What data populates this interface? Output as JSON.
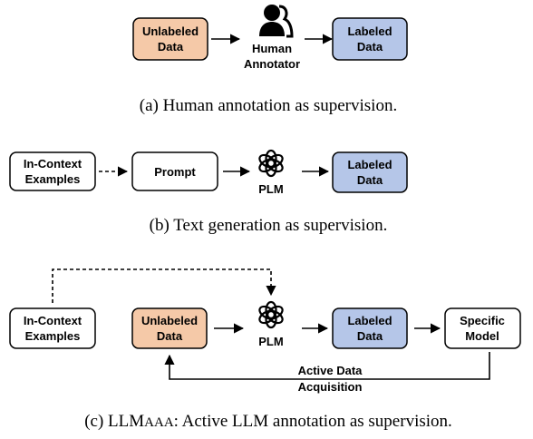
{
  "colors": {
    "unlabeled_fill": "#f5c9a8",
    "labeled_fill": "#b5c6e8",
    "white_fill": "#ffffff",
    "stroke": "#000000"
  },
  "a": {
    "unlabeled": [
      "Unlabeled",
      "Data"
    ],
    "annotator": [
      "Human",
      "Annotator"
    ],
    "labeled": [
      "Labeled",
      "Data"
    ],
    "caption": "(a)  Human annotation as supervision."
  },
  "b": {
    "examples": [
      "In-Context",
      "Examples"
    ],
    "prompt": "Prompt",
    "plm": "PLM",
    "labeled": [
      "Labeled",
      "Data"
    ],
    "caption": "(b)  Text generation as supervision."
  },
  "c": {
    "examples": [
      "In-Context",
      "Examples"
    ],
    "unlabeled": [
      "Unlabeled",
      "Data"
    ],
    "plm": "PLM",
    "labeled": [
      "Labeled",
      "Data"
    ],
    "model": [
      "Specific",
      "Model"
    ],
    "loop_label": [
      "Active Data",
      "Acquisition"
    ],
    "caption_prefix": "(c)  LLM",
    "caption_sc": "AAA",
    "caption_suffix": ": Active LLM annotation as supervision."
  }
}
